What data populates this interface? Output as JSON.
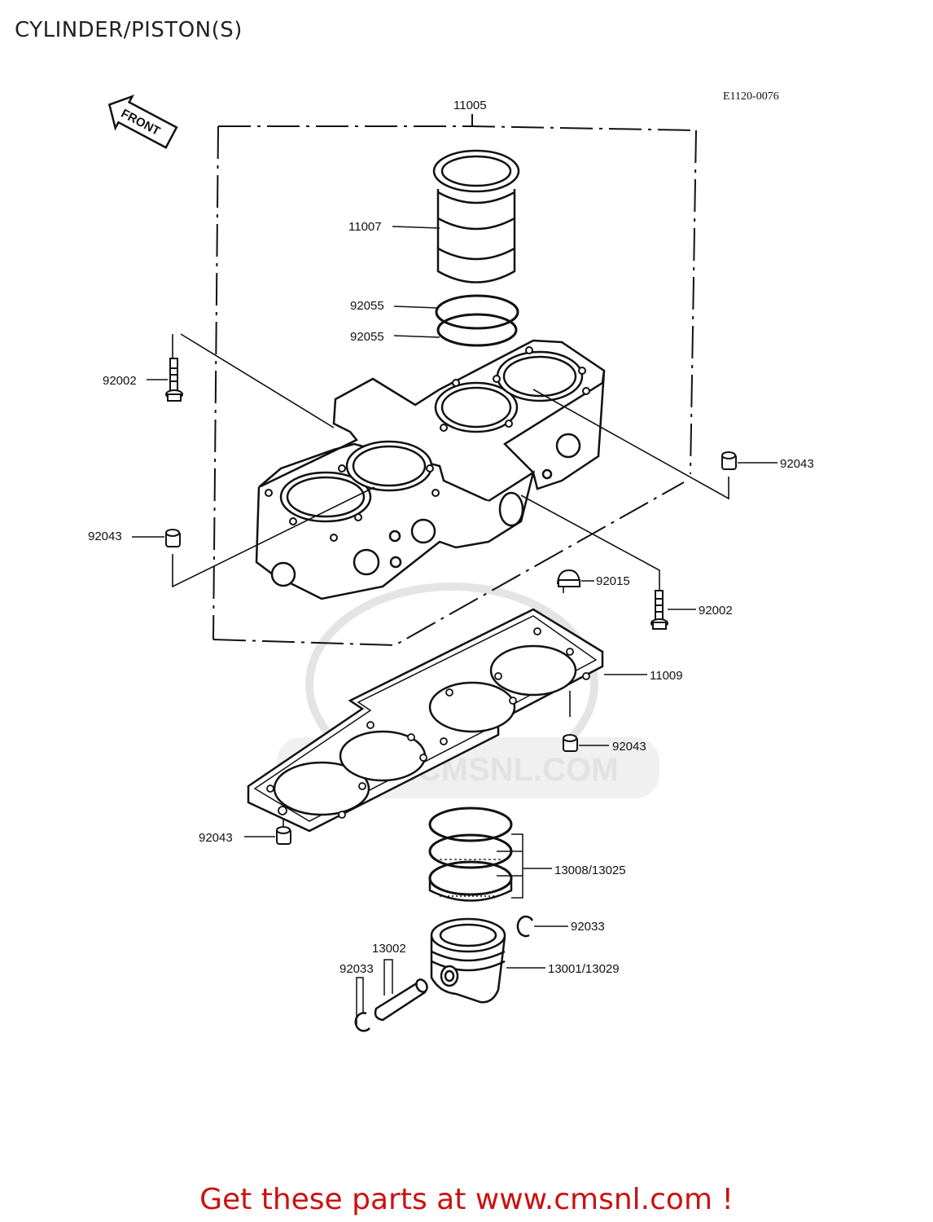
{
  "page": {
    "title": "CYLINDER/PISTON(S)",
    "diagram_code": "E1120-0076",
    "front_label": "FRONT",
    "watermark": "WWW.CMSNL.COM",
    "cta": "Get these parts at www.cmsnl.com !"
  },
  "parts": {
    "p11005": "11005",
    "p11007": "11007",
    "p92055a": "92055",
    "p92055b": "92055",
    "p92002a": "92002",
    "p92043a": "92043",
    "p92043b": "92043",
    "p92015": "92015",
    "p92002b": "92002",
    "p11009": "11009",
    "p92043c": "92043",
    "p92043d": "92043",
    "p13008": "13008/13025",
    "p92033a": "92033",
    "p13002": "13002",
    "p92033b": "92033",
    "p13001": "13001/13029"
  },
  "colors": {
    "line": "#111111",
    "cta": "#cc1111",
    "watermark": "#e2e2e2"
  }
}
